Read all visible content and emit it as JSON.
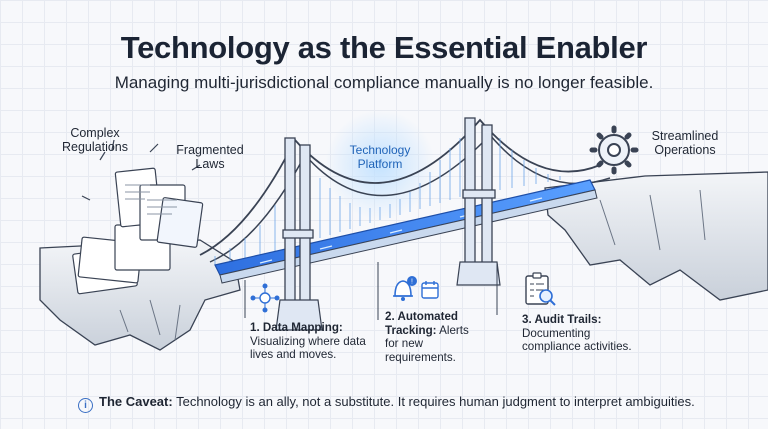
{
  "title": "Technology as the Essential Enabler",
  "subtitle": "Managing multi-jurisdictional compliance manually is no longer feasible.",
  "labels": {
    "complex": "Complex Regulations",
    "fragmented": "Fragmented Laws",
    "platform": "Technology Platform",
    "streamlined": "Streamlined Operations"
  },
  "steps": [
    {
      "title": "1. Data Mapping:",
      "text": "Visualizing where data lives and moves."
    },
    {
      "title": "2. Automated Tracking:",
      "text": "Alerts for new requirements."
    },
    {
      "title": "3. Audit Trails:",
      "text": "Documenting compliance activities."
    }
  ],
  "caveat": {
    "icon": "info-icon",
    "label": "The Caveat:",
    "text": "Technology is an ally, not a substitute. It requires human judgment to interpret ambiguities."
  },
  "colors": {
    "accent": "#2f6fd6",
    "text": "#1c2230",
    "bridge": "#c9d9ee"
  }
}
